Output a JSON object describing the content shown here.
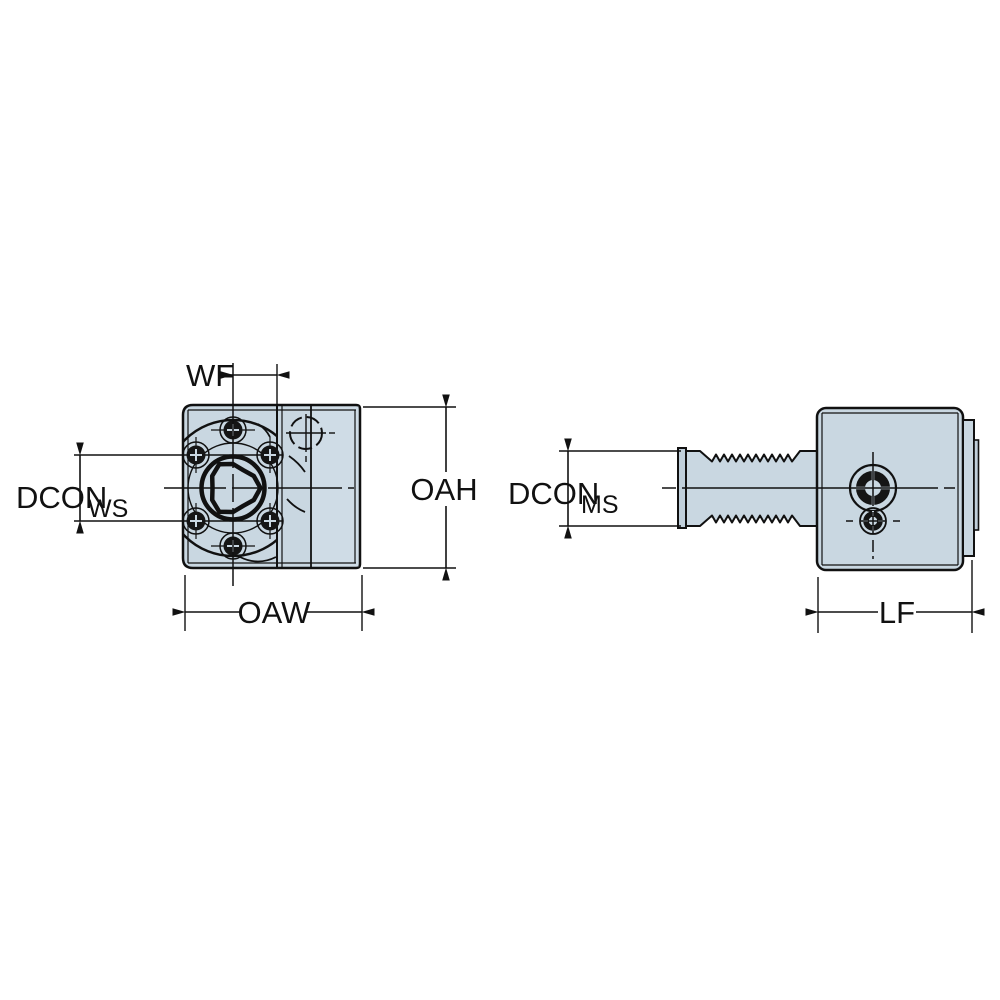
{
  "drawing": {
    "title": "tool-holder-two-view-technical-drawing",
    "colors": {
      "body_fill": "#c9d7e1",
      "body_fill_light": "#cfdce6",
      "body_fill_dark": "#c0cfda",
      "line": "#111111",
      "background": "#ffffff"
    },
    "views": {
      "front": {
        "name": "front-view"
      },
      "side": {
        "name": "side-view"
      }
    },
    "dimensions": {
      "wf": {
        "label": "WF"
      },
      "oah": {
        "label": "OAH"
      },
      "oaw": {
        "label": "OAW"
      },
      "lf": {
        "label": "LF"
      },
      "dcon_ws": {
        "label": "DCON",
        "subscript": "WS"
      },
      "dcon_ms": {
        "label": "DCON",
        "subscript": "MS"
      }
    }
  }
}
